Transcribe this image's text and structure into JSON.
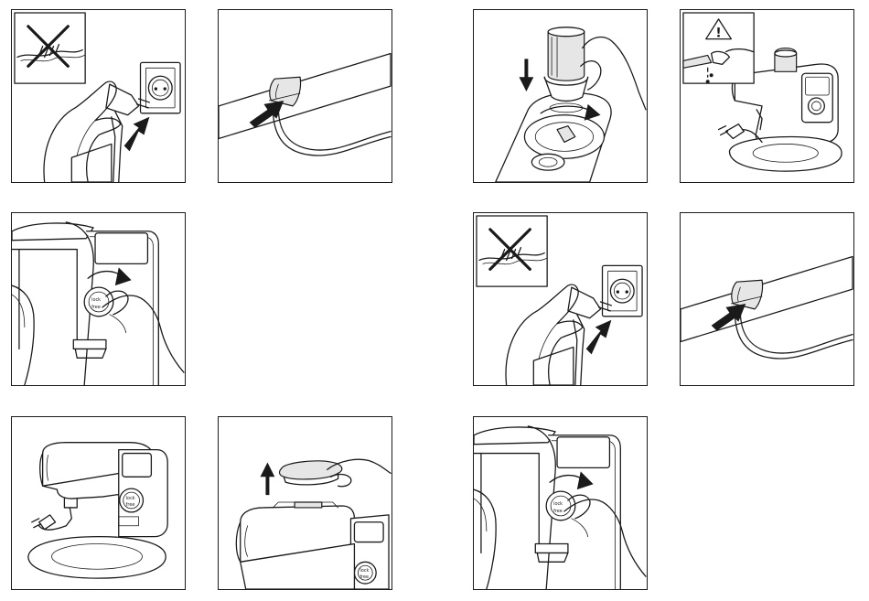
{
  "page": {
    "title": "",
    "panels": [
      {
        "id": "p1",
        "icon": "unplug-plug-from-socket-icon",
        "has_prohibition_inset": true
      },
      {
        "id": "p2",
        "icon": "cord-into-cord-holder-icon"
      },
      {
        "id": "p3",
        "icon": "attach-accessory-rotate-icon"
      },
      {
        "id": "p4",
        "icon": "warning-do-not-immerse-icon",
        "warning_symbol": "!"
      },
      {
        "id": "p5",
        "icon": "turn-knob-clockwise-icon",
        "knob_label_1": "lock",
        "knob_label_2": "free"
      },
      {
        "id": "p6",
        "icon": "unplug-plug-from-socket-icon",
        "has_prohibition_inset": true
      },
      {
        "id": "p7",
        "icon": "cord-into-cord-holder-icon"
      },
      {
        "id": "p8",
        "icon": "appliance-overview-icon",
        "knob_label_1": "lock",
        "knob_label_2": "free"
      },
      {
        "id": "p9",
        "icon": "lift-cover-upward-icon",
        "knob_label_1": "lock",
        "knob_label_2": "free"
      },
      {
        "id": "p10",
        "icon": "turn-knob-clockwise-icon",
        "knob_label_1": "lock",
        "knob_label_2": "free"
      }
    ]
  },
  "colors": {
    "line": "#1a1a1a",
    "background": "#ffffff",
    "fill_light": "#e6e6e6"
  }
}
